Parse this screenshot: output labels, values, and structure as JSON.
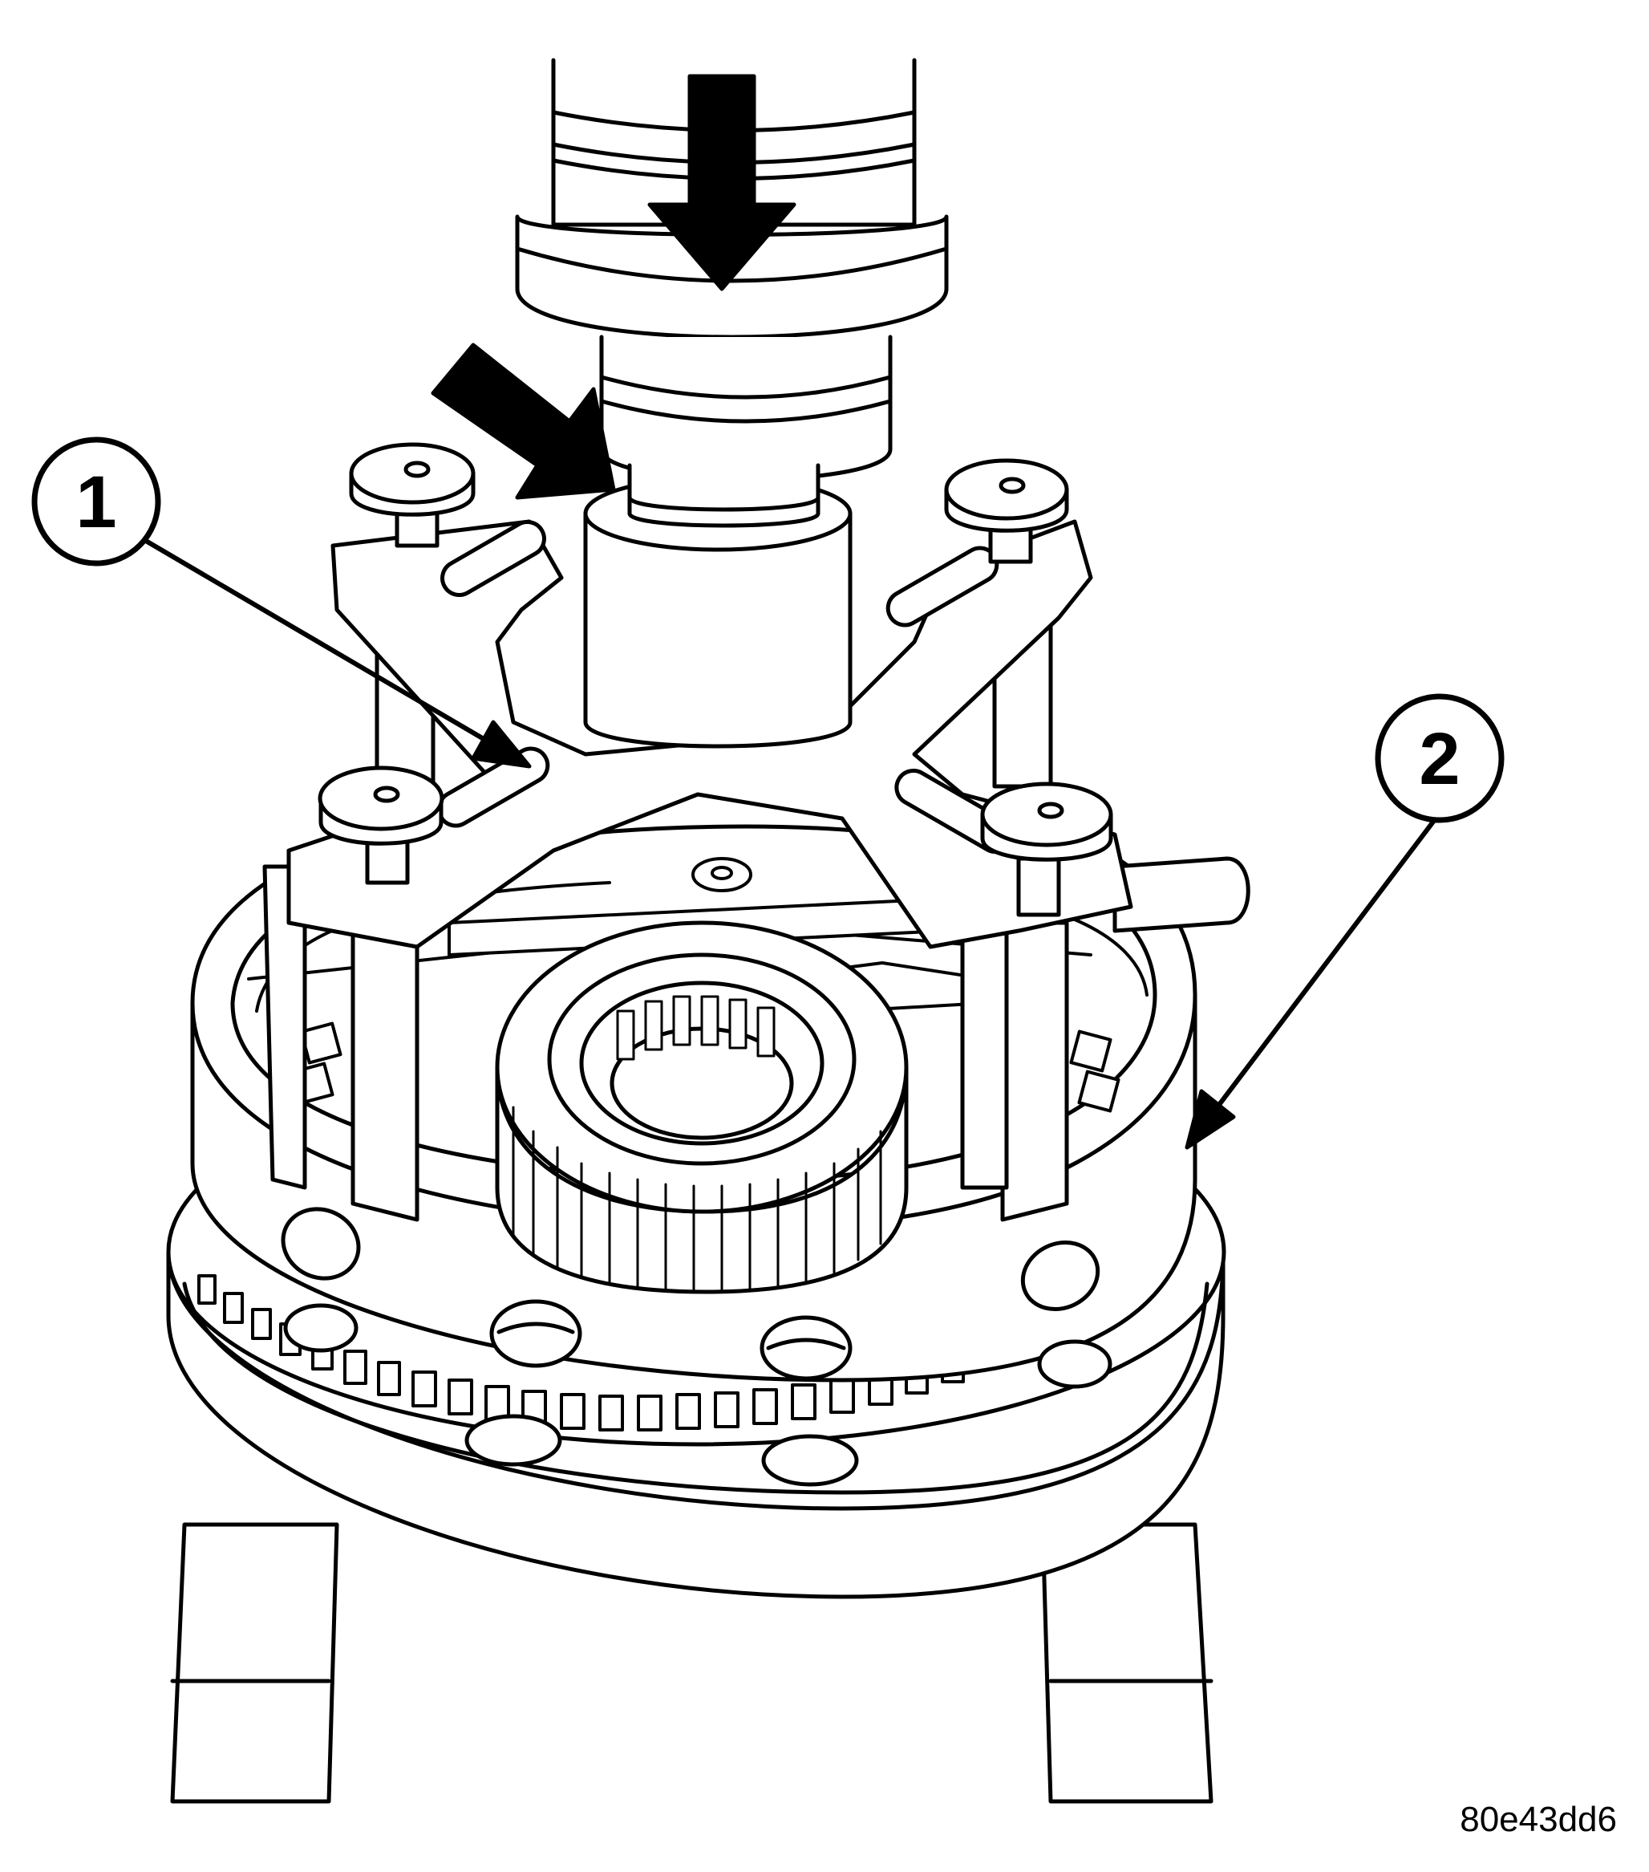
{
  "callouts": [
    {
      "id": "callout-1",
      "label": "1"
    },
    {
      "id": "callout-2",
      "label": "2"
    }
  ],
  "figure_id": "80e43dd6",
  "colors": {
    "line": "#000000",
    "fill": "#ffffff"
  }
}
